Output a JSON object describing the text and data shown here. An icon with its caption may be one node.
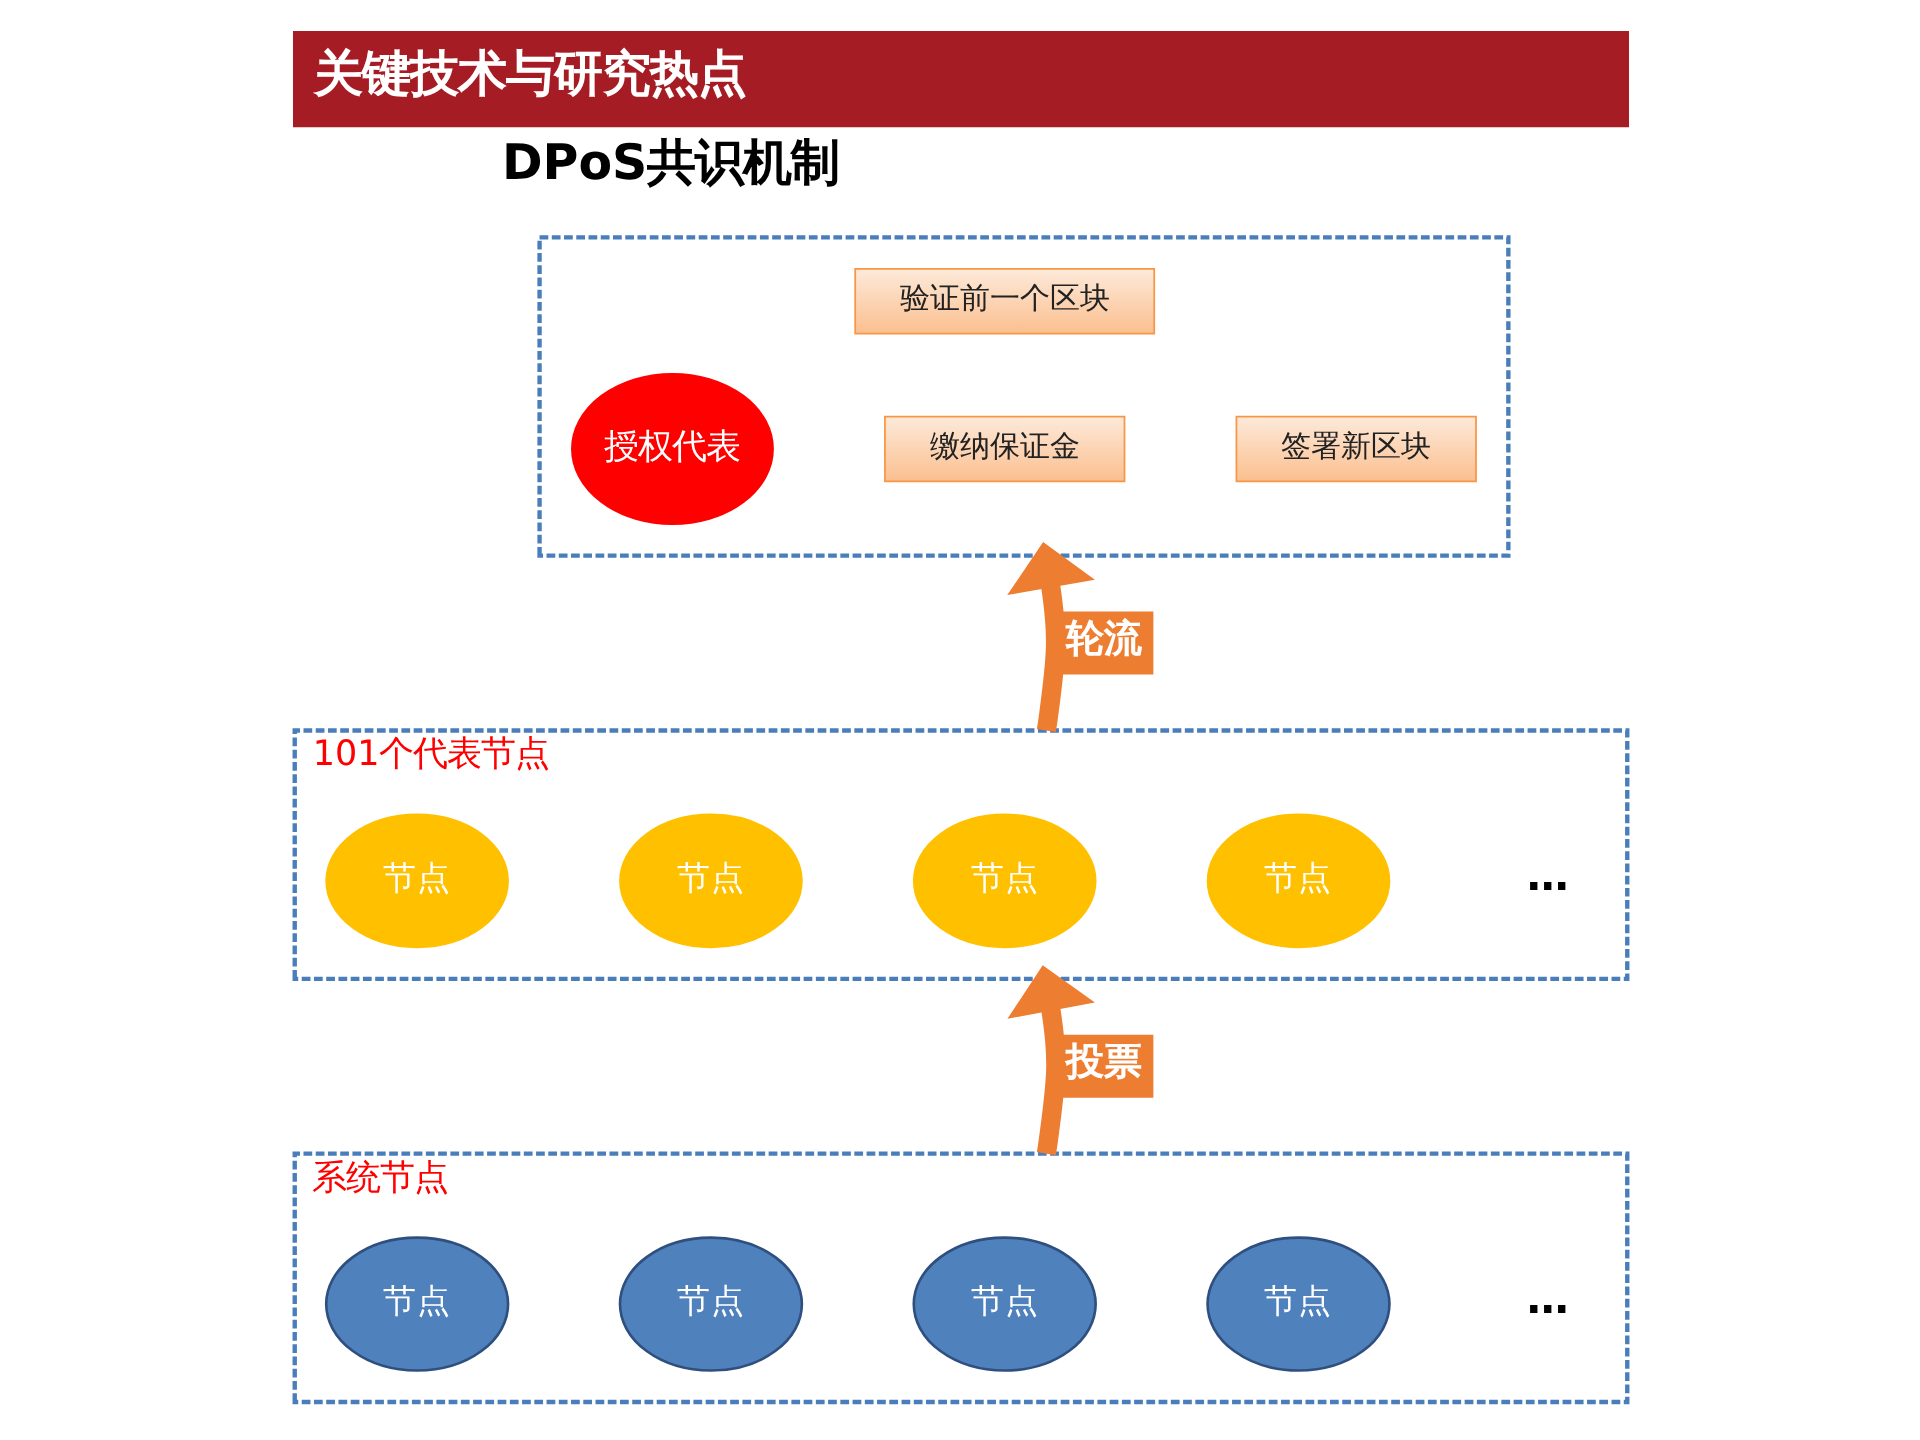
{
  "diagram": {
    "title": "关键技术与研究热点",
    "nodes": [
      {
        "text": [],
        "shape": "box"
      },
      {
        "text": [
          "授权代表"
        ],
        "in": 0
      },
      {
        "text": [
          "验证前一个区块"
        ],
        "in": 0
      },
      {
        "text": [
          "缴纳保证金"
        ],
        "in": 0
      },
      {
        "text": [
          "签署新区块"
        ],
        "in": 0
      },
      {
        "text": [
          "101个代表节点"
        ]
      },
      {
        "text": [
          "节点"
        ],
        "in": 5
      },
      {
        "text": [
          "节点"
        ],
        "in": 5
      },
      {
        "text": [
          "节点"
        ],
        "in": 5
      },
      {
        "text": [
          "节点"
        ],
        "in": 5
      },
      {
        "text": [
          "系统节点"
        ]
      },
      {
        "text": [
          "节点"
        ],
        "in": 10
      },
      {
        "text": [
          "节点"
        ],
        "in": 10
      },
      {
        "text": [
          "节点"
        ],
        "in": 10
      },
      {
        "text": [
          "节点"
        ],
        "in": 10
      }
    ],
    "edges": [
      {
        "from": 5,
        "to": 0,
        "arrow": "to",
        "label": "轮流"
      },
      {
        "from": 10,
        "to": 5,
        "arrow": "to",
        "label": "投票"
      }
    ],
    "labels": [
      "DPoS共识机制",
      "…",
      "…"
    ]
  }
}
